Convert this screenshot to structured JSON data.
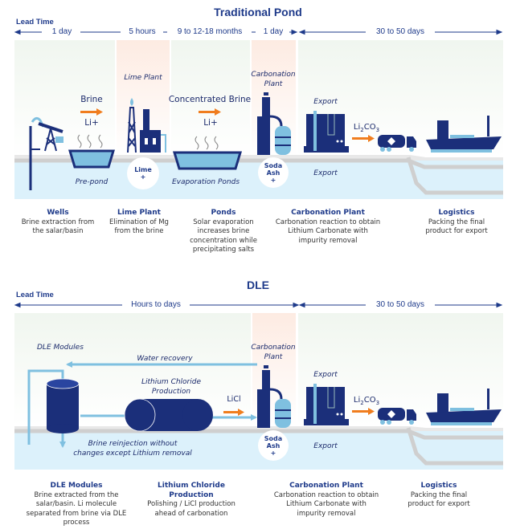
{
  "traditional": {
    "title": "Traditional Pond",
    "lead_time_label": "Lead Time",
    "timeline": [
      "1 day",
      "5 hours",
      "9 to 12-18 months",
      "1 day",
      "30 to 50 days"
    ],
    "stage_labels": {
      "lime_plant": "Lime Plant",
      "carbonation_plant_1": "Carbonation",
      "carbonation_plant_2": "Plant",
      "export_top": "Export",
      "export_bottom": "Export",
      "pre_pond": "Pre-pond",
      "evaporation_ponds": "Evaporation  Ponds"
    },
    "flows": {
      "brine": "Brine",
      "brine_ion": "Li+",
      "concentrated_brine": "Concentrated Brine",
      "concentrated_ion": "Li+",
      "product_main": "Li",
      "product_sub1": "2",
      "product_mid": "CO",
      "product_sub2": "3"
    },
    "inputs": {
      "lime": "Lime",
      "lime_plus": "+",
      "soda_ash_1": "Soda",
      "soda_ash_2": "Ash",
      "soda_ash_plus": "+"
    },
    "captions": [
      {
        "title": "Wells",
        "lines": [
          "Brine extraction from",
          "the salar/basin"
        ]
      },
      {
        "title": "Lime Plant",
        "lines": [
          "Elimination of Mg",
          "from the brine"
        ]
      },
      {
        "title": "Ponds",
        "lines": [
          "Solar evaporation",
          "increases brine",
          "concentration while",
          "precipitating salts"
        ]
      },
      {
        "title": "Carbonation Plant",
        "lines": [
          "Carbonation reaction to obtain",
          "Lithium Carbonate with",
          "impurity removal"
        ]
      },
      {
        "title": "Logistics",
        "lines": [
          "Packing the final",
          "product for export"
        ]
      }
    ]
  },
  "dle": {
    "title": "DLE",
    "lead_time_label": "Lead Time",
    "timeline": [
      "Hours to days",
      "30 to 50 days"
    ],
    "stage_labels": {
      "dle_modules": "DLE Modules",
      "water_recovery": "Water recovery",
      "licl_production_1": "Lithium Chloride",
      "licl_production_2": "Production",
      "carbonation_plant_1": "Carbonation",
      "carbonation_plant_2": "Plant",
      "export_top": "Export",
      "export_bottom": "Export",
      "reinjection_1": "Brine reinjection without",
      "reinjection_2": "changes except Lithium removal"
    },
    "flows": {
      "licl": "LiCl",
      "product_main": "Li",
      "product_sub1": "2",
      "product_mid": "CO",
      "product_sub2": "3"
    },
    "inputs": {
      "soda_ash_1": "Soda",
      "soda_ash_2": "Ash",
      "soda_ash_plus": "+"
    },
    "captions": [
      {
        "title": "DLE Modules",
        "lines": [
          "Brine extracted from the",
          "salar/basin. Li molecule",
          "separated from brine via DLE",
          "process"
        ]
      },
      {
        "title": "Lithium Chloride Production",
        "lines": [
          "Polishing / LiCl production",
          "ahead of carbonation"
        ]
      },
      {
        "title": "Carbonation Plant",
        "lines": [
          "Carbonation reaction to obtain",
          "Lithium Carbonate with",
          "impurity removal"
        ]
      },
      {
        "title": "Logistics",
        "lines": [
          "Packing the final",
          "product for export"
        ]
      }
    ]
  },
  "colors": {
    "navy": "#1e3a8a",
    "dark_blue": "#1b2f7a",
    "light_blue": "#7fc0e0",
    "water": "#dcf1fb",
    "orange": "#f07d1e",
    "band_green": "#f0f6ef",
    "band_orange": "#fdebe2",
    "ground": "#d9d9d9"
  }
}
